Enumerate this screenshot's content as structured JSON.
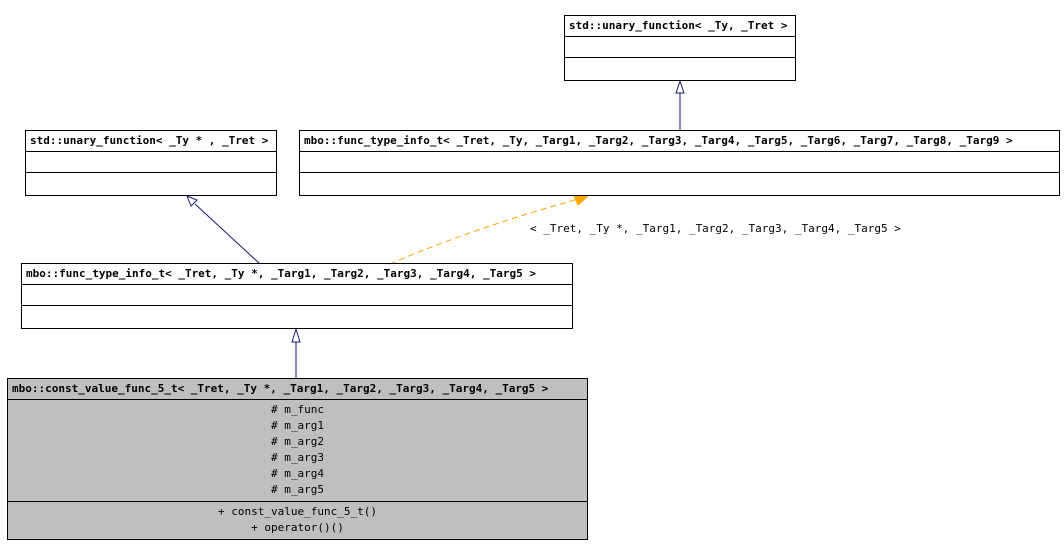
{
  "classes": {
    "unary_fn_ty": {
      "title": "std::unary_function< _Ty, _Tret >"
    },
    "unary_fn_typtr": {
      "title": "std::unary_function< _Ty * , _Tret >"
    },
    "func_info_9": {
      "title": "mbo::func_type_info_t< _Tret, _Ty, _Targ1, _Targ2, _Targ3, _Targ4, _Targ5, _Targ6, _Targ7, _Targ8, _Targ9 >"
    },
    "func_info_5": {
      "title": "mbo::func_type_info_t< _Tret, _Ty *, _Targ1, _Targ2, _Targ3, _Targ4, _Targ5 >"
    },
    "const_value": {
      "title": "mbo::const_value_func_5_t< _Tret, _Ty *, _Targ1, _Targ2, _Targ3, _Targ4, _Targ5 >",
      "attributes": [
        "# m_func",
        "# m_arg1",
        "# m_arg2",
        "# m_arg3",
        "# m_arg4",
        "# m_arg5"
      ],
      "methods": [
        "+ const_value_func_5_t()",
        "+ operator()()"
      ]
    }
  },
  "edges": {
    "template_label": "< _Tret, _Ty *, _Targ1, _Targ2, _Targ3, _Targ4, _Targ5 >"
  },
  "colors": {
    "inheritance": "#191970",
    "template": "#ffa500",
    "main_fill": "#bfbfbf"
  }
}
